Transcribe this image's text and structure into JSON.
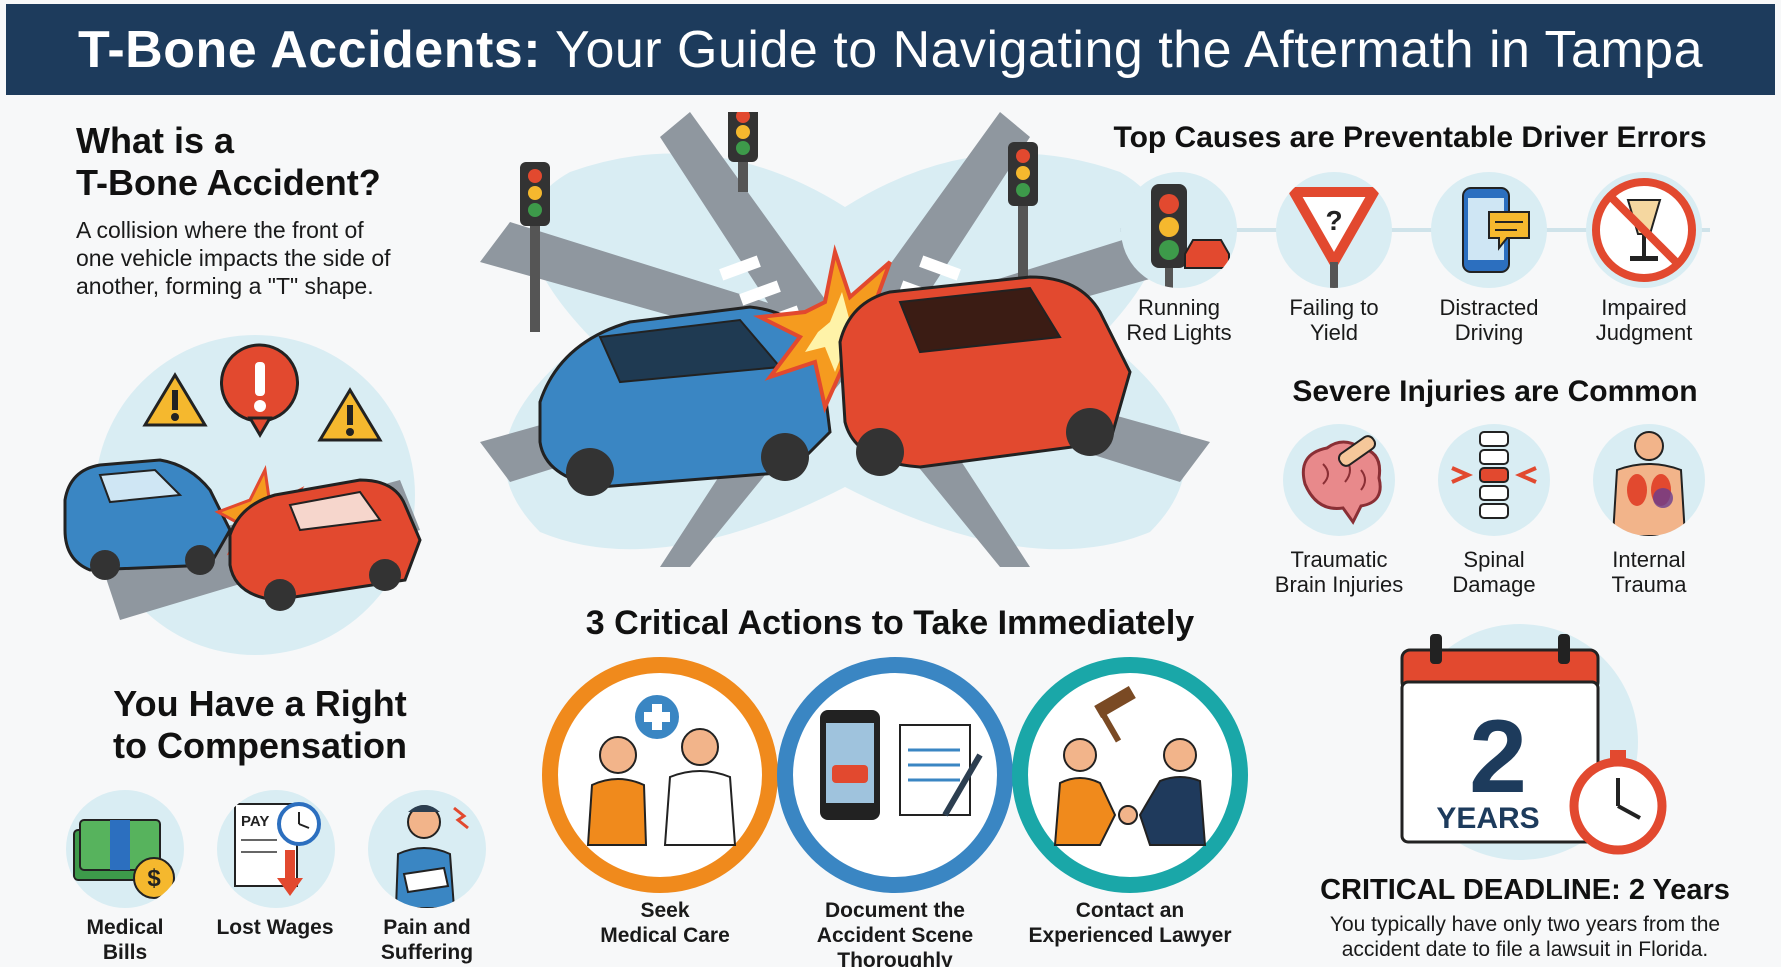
{
  "header": {
    "title_bold": "T-Bone Accidents:",
    "title_rest": "Your Guide to Navigating the Aftermath in Tampa"
  },
  "what_is": {
    "heading_line1": "What is a",
    "heading_line2": "T-Bone Accident?",
    "desc_line1": "A collision where the front of",
    "desc_line2": "one vehicle impacts the side of",
    "desc_line3": "another, forming a \"T\" shape."
  },
  "compensation": {
    "heading_line1": "You Have a Right",
    "heading_line2": "to Compensation",
    "pay_stub_text": "PAY",
    "items": [
      {
        "line1": "Medical",
        "line2": "Bills"
      },
      {
        "line1": "Lost Wages",
        "line2": ""
      },
      {
        "line1": "Pain and",
        "line2": "Suffering"
      }
    ]
  },
  "actions": {
    "heading": "3 Critical Actions to Take Immediately",
    "items": [
      {
        "line1": "Seek",
        "line2": "Medical Care",
        "line3": ""
      },
      {
        "line1": "Document the",
        "line2": "Accident Scene",
        "line3": "Thoroughly"
      },
      {
        "line1": "Contact an",
        "line2": "Experienced Lawyer",
        "line3": ""
      }
    ]
  },
  "causes": {
    "heading": "Top Causes are Preventable Driver Errors",
    "items": [
      {
        "line1": "Running",
        "line2": "Red Lights"
      },
      {
        "line1": "Failing to",
        "line2": "Yield"
      },
      {
        "line1": "Distracted",
        "line2": "Driving"
      },
      {
        "line1": "Impaired",
        "line2": "Judgment"
      }
    ]
  },
  "injuries": {
    "heading": "Severe Injuries are Common",
    "items": [
      {
        "line1": "Traumatic",
        "line2": "Brain Injuries"
      },
      {
        "line1": "Spinal",
        "line2": "Damage"
      },
      {
        "line1": "Internal",
        "line2": "Trauma"
      }
    ]
  },
  "deadline": {
    "number": "2",
    "unit": "YEARS",
    "heading": "CRITICAL DEADLINE: 2 Years",
    "desc_line1": "You typically have only two years from the",
    "desc_line2": "accident date to file a lawsuit in Florida."
  },
  "colors": {
    "header_bg": "#1d3b5c",
    "accent_red": "#e2492f",
    "accent_blue": "#3a86c3",
    "accent_orange": "#f08a1c",
    "accent_teal": "#1aa7a8",
    "circle_bg": "#d9edf3"
  }
}
